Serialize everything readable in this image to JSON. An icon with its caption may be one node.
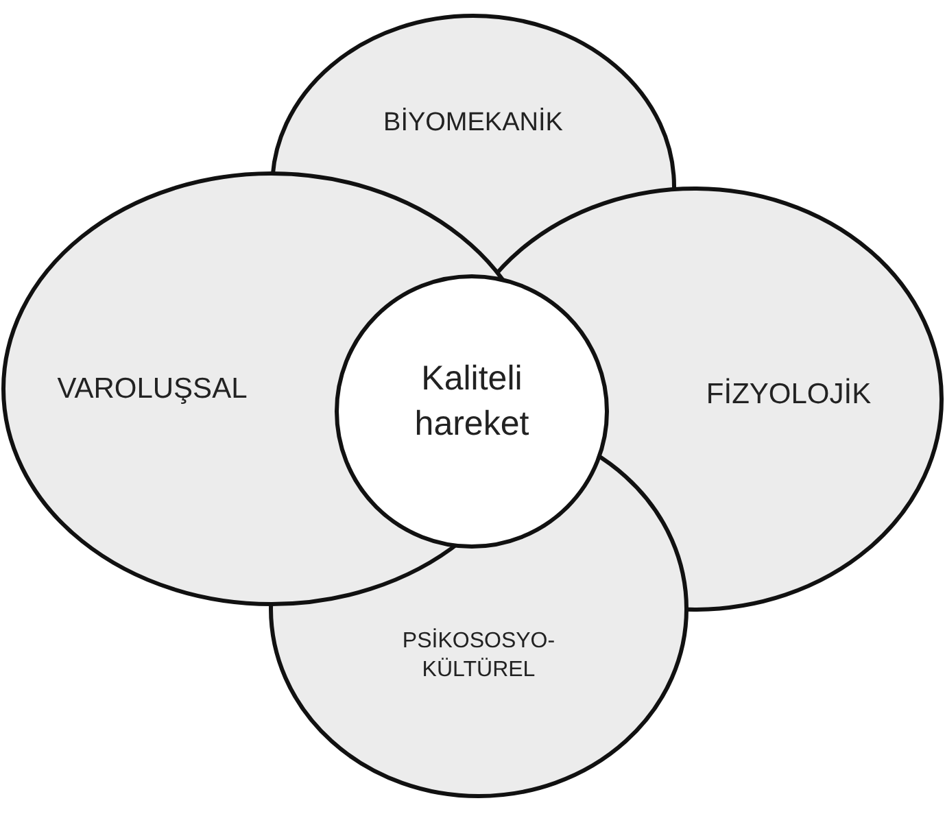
{
  "diagram": {
    "nodes": [
      {
        "text": [
          "BİYOMEKANİK"
        ]
      },
      {
        "text": [
          "FİZYOLOJİK"
        ]
      },
      {
        "text": [
          "PSİKOSOSYO- KÜLTÜREL"
        ]
      },
      {
        "text": [
          "VAROLUŞSAL"
        ]
      },
      {
        "text": [
          "Kaliteli hareket"
        ]
      }
    ]
  }
}
